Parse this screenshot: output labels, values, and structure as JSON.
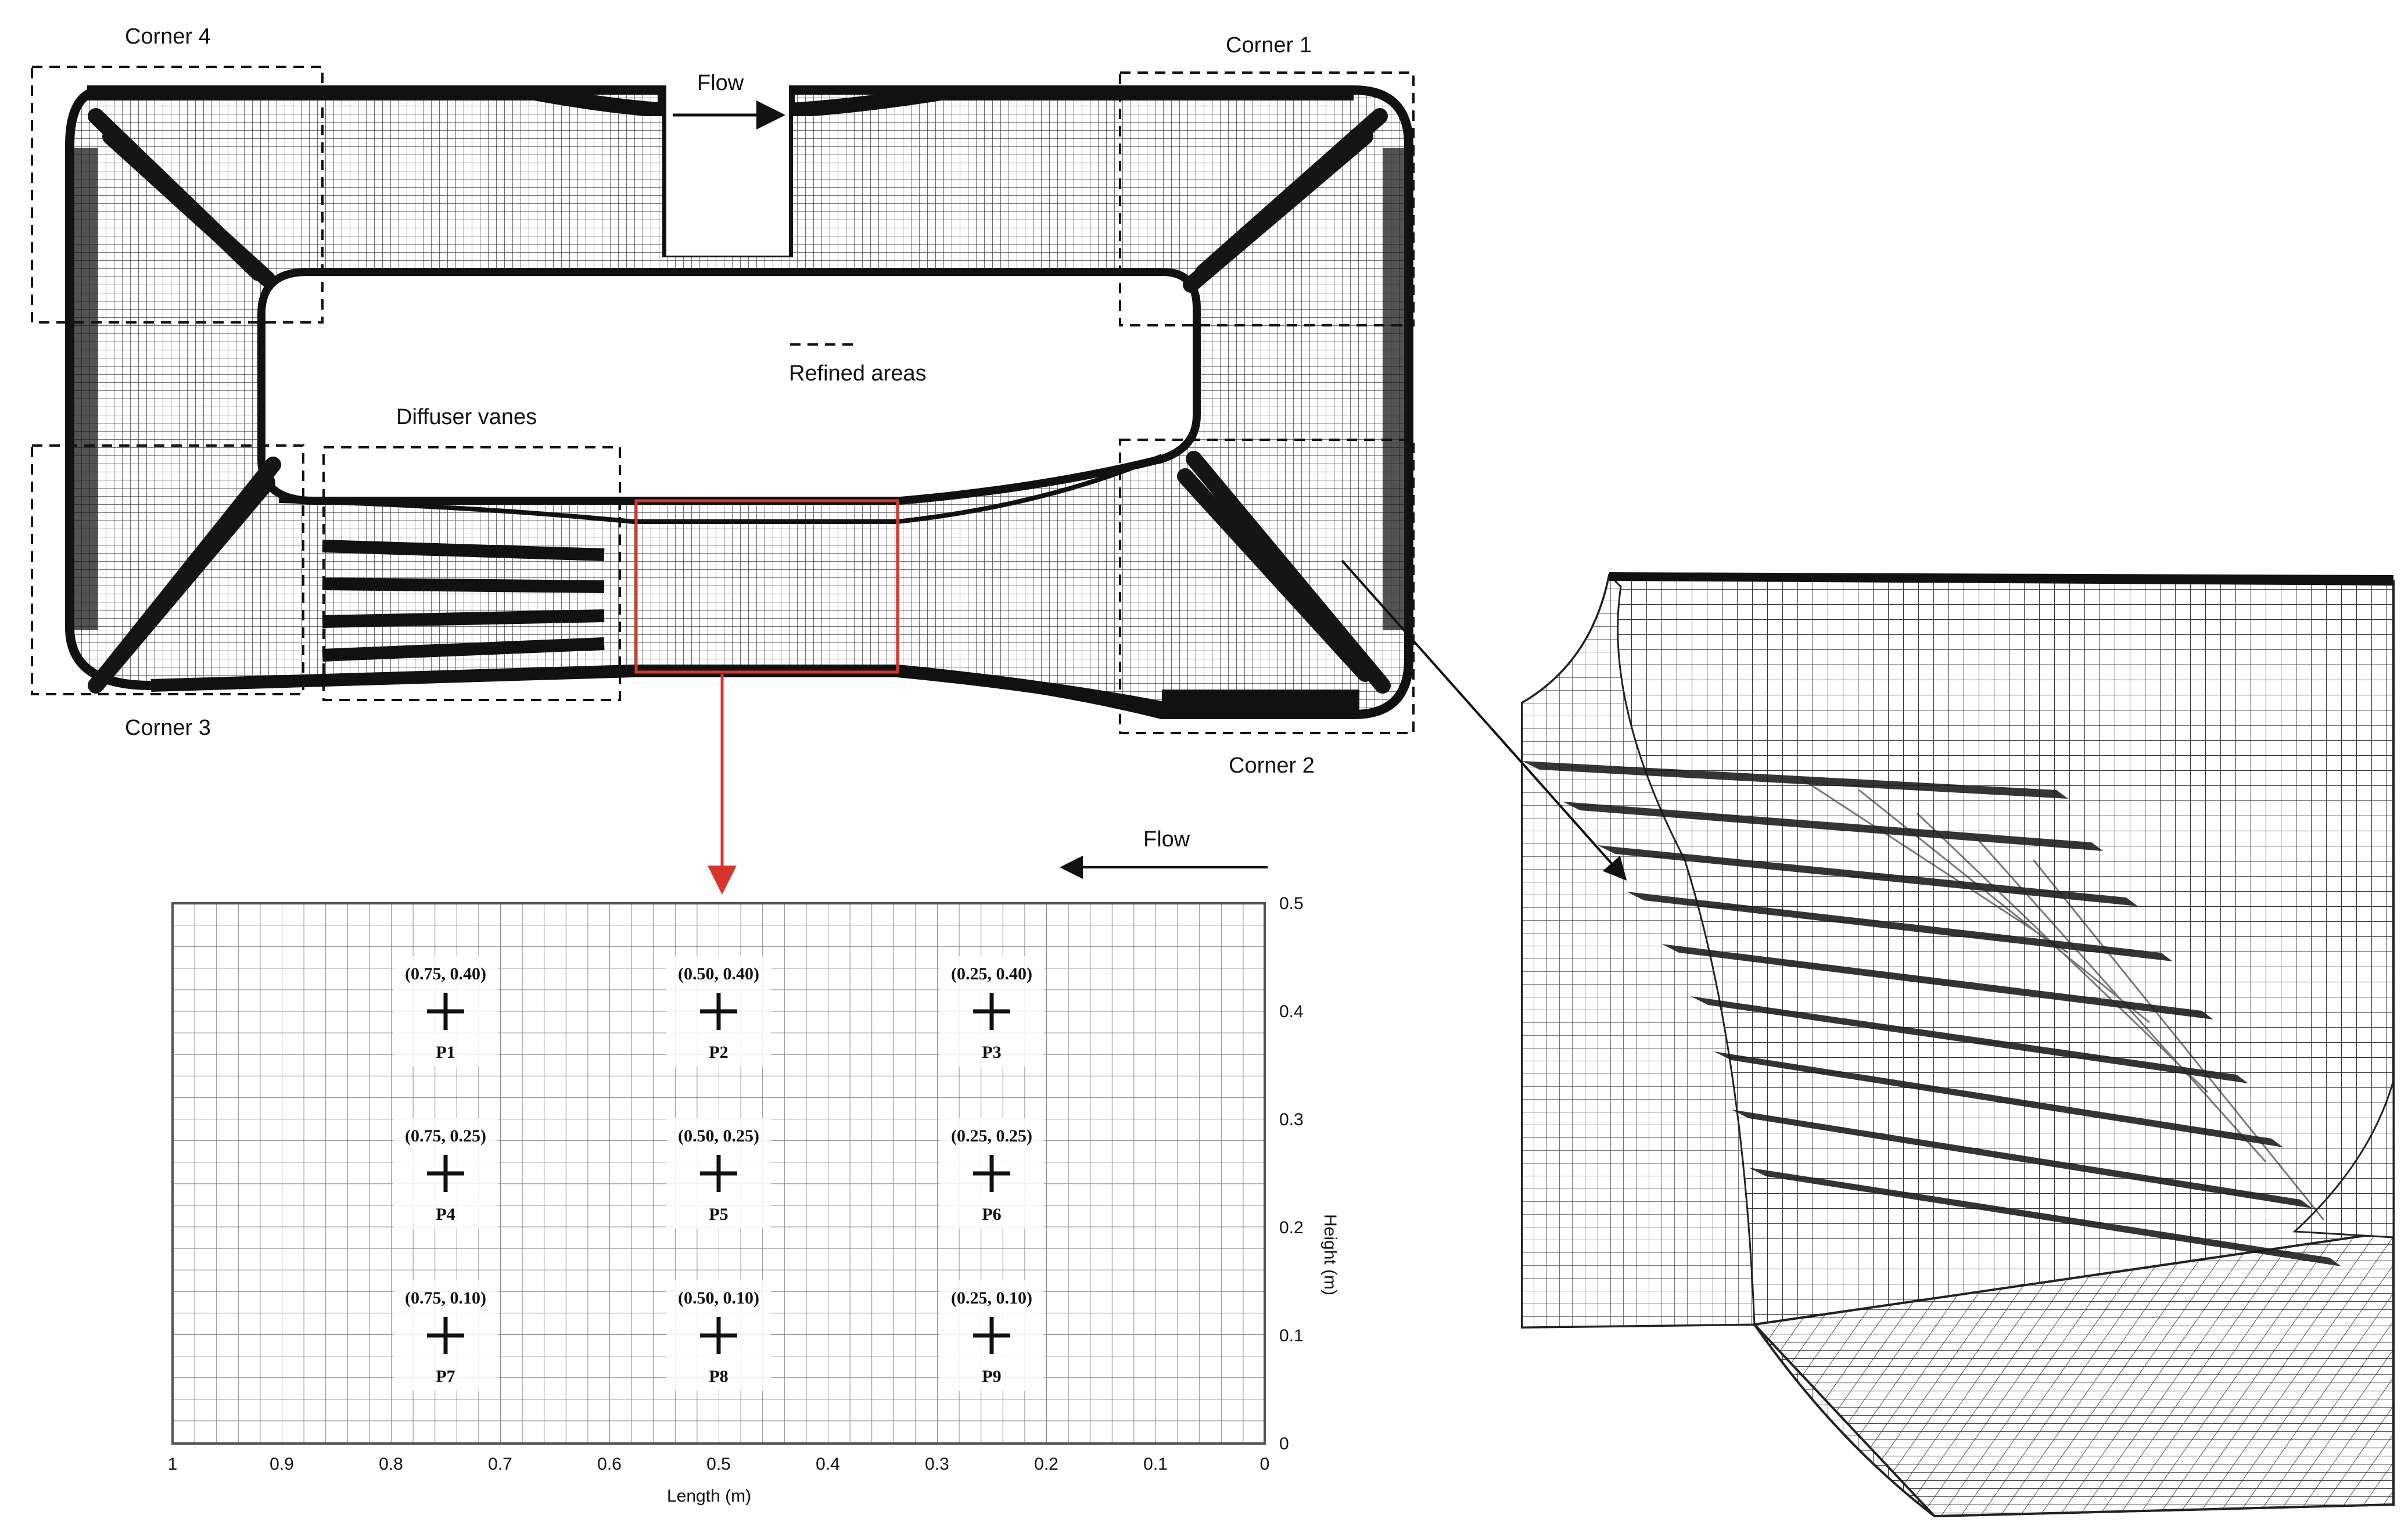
{
  "tunnel": {
    "corners": [
      "Corner 1",
      "Corner 2",
      "Corner 3",
      "Corner 4"
    ],
    "flow_label": "Flow",
    "refined_label": "Refined areas",
    "diffuser_label": "Diffuser vanes"
  },
  "grid": {
    "flow_label": "Flow",
    "xlabel": "Length (m)",
    "ylabel": "Height (m)",
    "xticks": [
      "1",
      "0.9",
      "0.8",
      "0.7",
      "0.6",
      "0.5",
      "0.4",
      "0.3",
      "0.2",
      "0.1",
      "0"
    ],
    "yticks": [
      "0",
      "0.1",
      "0.2",
      "0.3",
      "0.4",
      "0.5"
    ],
    "points": [
      {
        "name": "P1",
        "coord": "(0.75, 0.40)",
        "length": 0.75,
        "height": 0.4
      },
      {
        "name": "P2",
        "coord": "(0.50, 0.40)",
        "length": 0.5,
        "height": 0.4
      },
      {
        "name": "P3",
        "coord": "(0.25, 0.40)",
        "length": 0.25,
        "height": 0.4
      },
      {
        "name": "P4",
        "coord": "(0.75, 0.25)",
        "length": 0.75,
        "height": 0.25
      },
      {
        "name": "P5",
        "coord": "(0.50, 0.25)",
        "length": 0.5,
        "height": 0.25
      },
      {
        "name": "P6",
        "coord": "(0.25, 0.25)",
        "length": 0.25,
        "height": 0.25
      },
      {
        "name": "P7",
        "coord": "(0.75, 0.10)",
        "length": 0.75,
        "height": 0.1
      },
      {
        "name": "P8",
        "coord": "(0.50, 0.10)",
        "length": 0.5,
        "height": 0.1
      },
      {
        "name": "P9",
        "coord": "(0.25, 0.10)",
        "length": 0.25,
        "height": 0.1
      }
    ]
  },
  "colors": {
    "highlight": "#d9342b",
    "mesh": "#3a3a3a",
    "ink": "#111111"
  }
}
